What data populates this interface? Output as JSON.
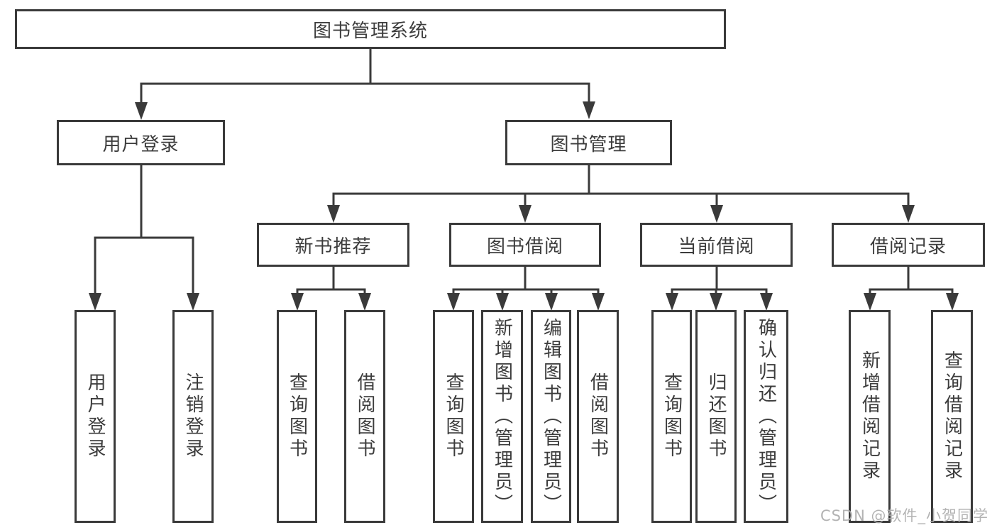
{
  "diagram": {
    "root": {
      "label": "图书管理系统"
    },
    "branches": [
      {
        "label": "用户登录",
        "children": [
          {
            "label": "用户登录"
          },
          {
            "label": "注销登录"
          }
        ]
      },
      {
        "label": "图书管理",
        "children": [
          {
            "label": "新书推荐",
            "children": [
              {
                "label": "查询图书"
              },
              {
                "label": "借阅图书"
              }
            ]
          },
          {
            "label": "图书借阅",
            "children": [
              {
                "label": "查询图书"
              },
              {
                "label": "新增图书（管理员）"
              },
              {
                "label": "编辑图书（管理员）"
              },
              {
                "label": "借阅图书"
              }
            ]
          },
          {
            "label": "当前借阅",
            "children": [
              {
                "label": "查询图书"
              },
              {
                "label": "归还图书"
              },
              {
                "label": "确认归还（管理员）"
              }
            ]
          },
          {
            "label": "借阅记录",
            "children": [
              {
                "label": "新增借阅记录"
              },
              {
                "label": "查询借阅记录"
              }
            ]
          }
        ]
      }
    ],
    "colors": {
      "line": "#3a3a3a",
      "text": "#3c3c3c",
      "watermark": "#acacac",
      "background": "#ffffff"
    },
    "watermark": "CSDN @软件_小贺同学"
  }
}
